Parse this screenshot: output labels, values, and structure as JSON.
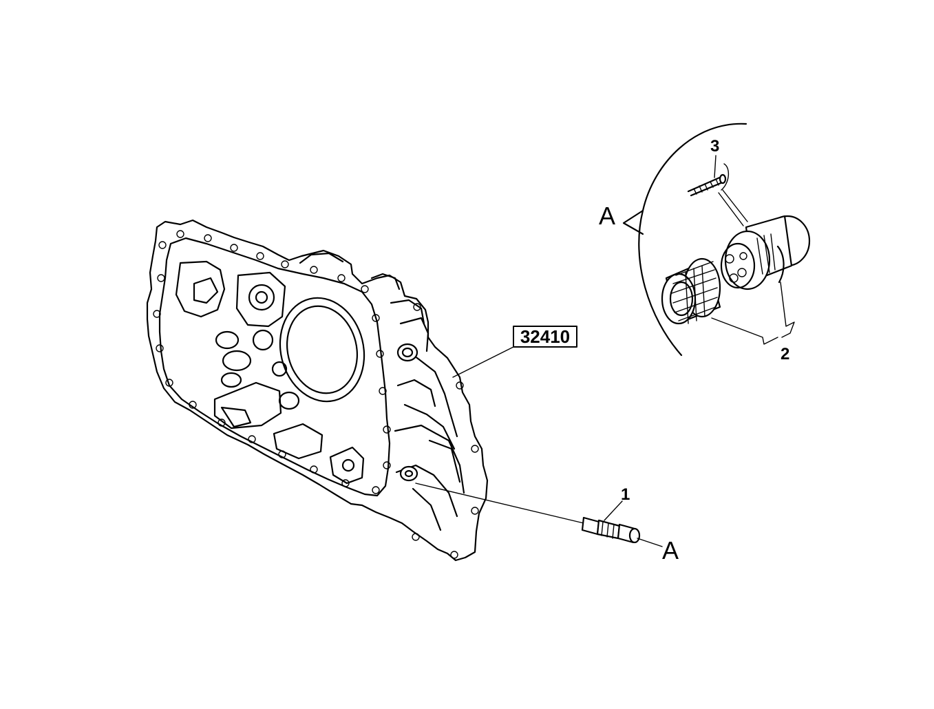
{
  "reference_label": "32410",
  "detail_labels": {
    "detail_main": "A",
    "detail_inset": "A"
  },
  "callouts": {
    "part_1": "1",
    "part_2": "2",
    "part_3": "3"
  }
}
